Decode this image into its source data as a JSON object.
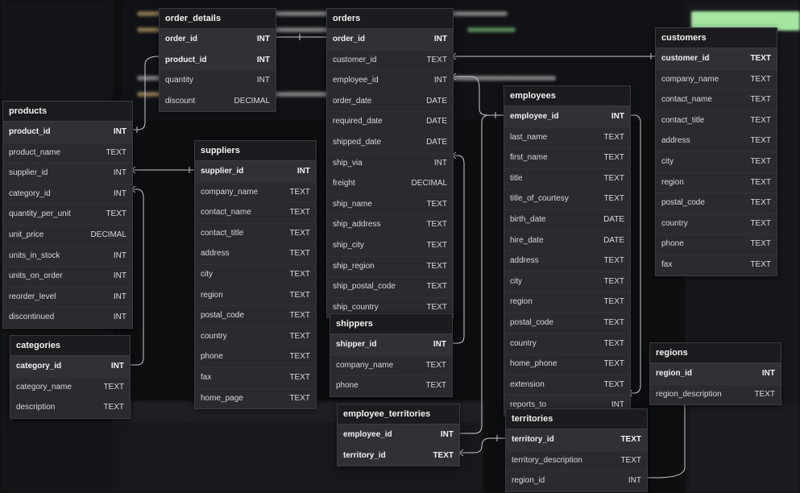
{
  "tables": {
    "order_details": {
      "name": "order_details",
      "columns": [
        {
          "name": "order_id",
          "type": "INT",
          "pk": true
        },
        {
          "name": "product_id",
          "type": "INT",
          "pk": true
        },
        {
          "name": "quantity",
          "type": "INT",
          "pk": false
        },
        {
          "name": "discount",
          "type": "DECIMAL",
          "pk": false
        }
      ]
    },
    "orders": {
      "name": "orders",
      "columns": [
        {
          "name": "order_id",
          "type": "INT",
          "pk": true
        },
        {
          "name": "customer_id",
          "type": "TEXT",
          "pk": false
        },
        {
          "name": "employee_id",
          "type": "INT",
          "pk": false
        },
        {
          "name": "order_date",
          "type": "DATE",
          "pk": false
        },
        {
          "name": "required_date",
          "type": "DATE",
          "pk": false
        },
        {
          "name": "shipped_date",
          "type": "DATE",
          "pk": false
        },
        {
          "name": "ship_via",
          "type": "INT",
          "pk": false
        },
        {
          "name": "freight",
          "type": "DECIMAL",
          "pk": false
        },
        {
          "name": "ship_name",
          "type": "TEXT",
          "pk": false
        },
        {
          "name": "ship_address",
          "type": "TEXT",
          "pk": false
        },
        {
          "name": "ship_city",
          "type": "TEXT",
          "pk": false
        },
        {
          "name": "ship_region",
          "type": "TEXT",
          "pk": false
        },
        {
          "name": "ship_postal_code",
          "type": "TEXT",
          "pk": false
        },
        {
          "name": "ship_country",
          "type": "TEXT",
          "pk": false
        }
      ]
    },
    "customers": {
      "name": "customers",
      "columns": [
        {
          "name": "customer_id",
          "type": "TEXT",
          "pk": true
        },
        {
          "name": "company_name",
          "type": "TEXT",
          "pk": false
        },
        {
          "name": "contact_name",
          "type": "TEXT",
          "pk": false
        },
        {
          "name": "contact_title",
          "type": "TEXT",
          "pk": false
        },
        {
          "name": "address",
          "type": "TEXT",
          "pk": false
        },
        {
          "name": "city",
          "type": "TEXT",
          "pk": false
        },
        {
          "name": "region",
          "type": "TEXT",
          "pk": false
        },
        {
          "name": "postal_code",
          "type": "TEXT",
          "pk": false
        },
        {
          "name": "country",
          "type": "TEXT",
          "pk": false
        },
        {
          "name": "phone",
          "type": "TEXT",
          "pk": false
        },
        {
          "name": "fax",
          "type": "TEXT",
          "pk": false
        }
      ]
    },
    "products": {
      "name": "products",
      "columns": [
        {
          "name": "product_id",
          "type": "INT",
          "pk": true
        },
        {
          "name": "product_name",
          "type": "TEXT",
          "pk": false
        },
        {
          "name": "supplier_id",
          "type": "INT",
          "pk": false
        },
        {
          "name": "category_id",
          "type": "INT",
          "pk": false
        },
        {
          "name": "quantity_per_unit",
          "type": "TEXT",
          "pk": false
        },
        {
          "name": "unit_price",
          "type": "DECIMAL",
          "pk": false
        },
        {
          "name": "units_in_stock",
          "type": "INT",
          "pk": false
        },
        {
          "name": "units_on_order",
          "type": "INT",
          "pk": false
        },
        {
          "name": "reorder_level",
          "type": "INT",
          "pk": false
        },
        {
          "name": "discontinued",
          "type": "INT",
          "pk": false
        }
      ]
    },
    "suppliers": {
      "name": "suppliers",
      "columns": [
        {
          "name": "supplier_id",
          "type": "INT",
          "pk": true
        },
        {
          "name": "company_name",
          "type": "TEXT",
          "pk": false
        },
        {
          "name": "contact_name",
          "type": "TEXT",
          "pk": false
        },
        {
          "name": "contact_title",
          "type": "TEXT",
          "pk": false
        },
        {
          "name": "address",
          "type": "TEXT",
          "pk": false
        },
        {
          "name": "city",
          "type": "TEXT",
          "pk": false
        },
        {
          "name": "region",
          "type": "TEXT",
          "pk": false
        },
        {
          "name": "postal_code",
          "type": "TEXT",
          "pk": false
        },
        {
          "name": "country",
          "type": "TEXT",
          "pk": false
        },
        {
          "name": "phone",
          "type": "TEXT",
          "pk": false
        },
        {
          "name": "fax",
          "type": "TEXT",
          "pk": false
        },
        {
          "name": "home_page",
          "type": "TEXT",
          "pk": false
        }
      ]
    },
    "employees": {
      "name": "employees",
      "columns": [
        {
          "name": "employee_id",
          "type": "INT",
          "pk": true
        },
        {
          "name": "last_name",
          "type": "TEXT",
          "pk": false
        },
        {
          "name": "first_name",
          "type": "TEXT",
          "pk": false
        },
        {
          "name": "title",
          "type": "TEXT",
          "pk": false
        },
        {
          "name": "title_of_courtesy",
          "type": "TEXT",
          "pk": false
        },
        {
          "name": "birth_date",
          "type": "DATE",
          "pk": false
        },
        {
          "name": "hire_date",
          "type": "DATE",
          "pk": false
        },
        {
          "name": "address",
          "type": "TEXT",
          "pk": false
        },
        {
          "name": "city",
          "type": "TEXT",
          "pk": false
        },
        {
          "name": "region",
          "type": "TEXT",
          "pk": false
        },
        {
          "name": "postal_code",
          "type": "TEXT",
          "pk": false
        },
        {
          "name": "country",
          "type": "TEXT",
          "pk": false
        },
        {
          "name": "home_phone",
          "type": "TEXT",
          "pk": false
        },
        {
          "name": "extension",
          "type": "TEXT",
          "pk": false
        },
        {
          "name": "reports_to",
          "type": "INT",
          "pk": false
        }
      ]
    },
    "categories": {
      "name": "categories",
      "columns": [
        {
          "name": "category_id",
          "type": "INT",
          "pk": true
        },
        {
          "name": "category_name",
          "type": "TEXT",
          "pk": false
        },
        {
          "name": "description",
          "type": "TEXT",
          "pk": false
        }
      ]
    },
    "shippers": {
      "name": "shippers",
      "columns": [
        {
          "name": "shipper_id",
          "type": "INT",
          "pk": true
        },
        {
          "name": "company_name",
          "type": "TEXT",
          "pk": false
        },
        {
          "name": "phone",
          "type": "TEXT",
          "pk": false
        }
      ]
    },
    "employee_territories": {
      "name": "employee_territories",
      "columns": [
        {
          "name": "employee_id",
          "type": "INT",
          "pk": true
        },
        {
          "name": "territory_id",
          "type": "TEXT",
          "pk": true
        }
      ]
    },
    "territories": {
      "name": "territories",
      "columns": [
        {
          "name": "territory_id",
          "type": "TEXT",
          "pk": true
        },
        {
          "name": "territory_description",
          "type": "TEXT",
          "pk": false
        },
        {
          "name": "region_id",
          "type": "INT",
          "pk": false
        }
      ]
    },
    "regions": {
      "name": "regions",
      "columns": [
        {
          "name": "region_id",
          "type": "INT",
          "pk": true
        },
        {
          "name": "region_description",
          "type": "TEXT",
          "pk": false
        }
      ]
    }
  },
  "colors": {
    "background": "#0d0e10",
    "table_body": "#2a2b31",
    "table_header": "#1c1c20",
    "connector": "#c8c9cf"
  }
}
